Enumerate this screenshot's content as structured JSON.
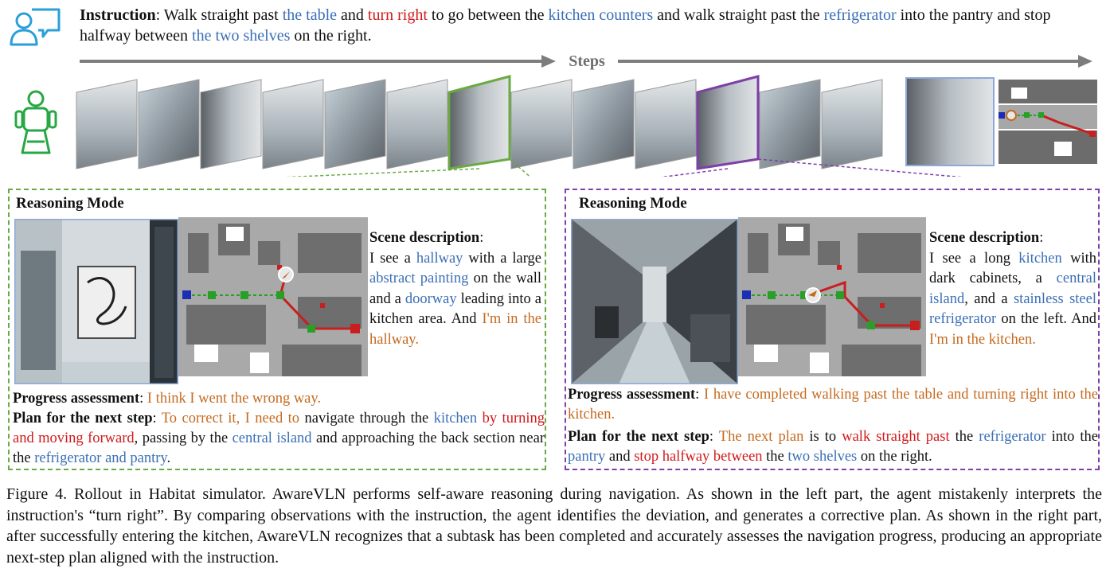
{
  "instruction": {
    "label": "Instruction",
    "t1": ": Walk straight past ",
    "t2": "the table",
    "t3": " and ",
    "t4": "turn right",
    "t5": " to go between the ",
    "t6": "kitchen counters",
    "t7": " and walk straight past the ",
    "t8": "refrigerator",
    "t9": " into the pantry and stop halfway between ",
    "t10": "the two shelves",
    "t11": " on the right."
  },
  "steps_label": "Steps",
  "left": {
    "title": "Reasoning Mode",
    "scene_label": "Scene description",
    "scene_colon": ":",
    "s1": "I see a ",
    "s2": "hallway",
    "s3": " with a large ",
    "s4": "abstract painting",
    "s5": " on the wall and a ",
    "s6": "doorway",
    "s7": " leading into a kitchen area. And ",
    "s8": "I'm in the hallway.",
    "progress_label": "Progress assessment",
    "progress_colon": ": ",
    "progress_text": "I think I went the wrong way.",
    "plan_label": "Plan for the next step",
    "plan_colon": ": ",
    "p1": "To correct it, I need to",
    "p2": " navigate through the ",
    "p3": "kitchen",
    "p4": " by turning and moving forward",
    "p5": ", passing by the ",
    "p6": "central island",
    "p7": " and approaching the back section near the ",
    "p8": "refrigerator and pantry",
    "p9": "."
  },
  "right": {
    "title": "Reasoning Mode",
    "scene_label": "Scene description",
    "scene_colon": ":",
    "s1": "I see a long ",
    "s2": "kitchen",
    "s3": " with dark cabinets, a ",
    "s4": "central island",
    "s5": ", and a ",
    "s6": "stainless steel refrigerator",
    "s7": " on the left. And ",
    "s8": "I'm in the kitchen.",
    "progress_label": "Progress assessment",
    "progress_colon": ": ",
    "progress_text": "I have completed walking past the table and turning right into the kitchen.",
    "plan_label": "Plan for the next step",
    "plan_colon": ": ",
    "p1": "The next plan",
    "p2": " is to ",
    "p3": "walk straight past",
    "p4": " the ",
    "p5": "refrigerator",
    "p6": " into the ",
    "p7": "pantry",
    "p8": " and ",
    "p9": "stop halfway between",
    "p10": " the ",
    "p11": "two shelves",
    "p12": " on the right."
  },
  "caption": "Figure 4. Rollout in Habitat simulator. AwareVLN performs self-aware reasoning during navigation. As shown in the left part, the agent mistakenly interprets the instruction's “turn right”. By comparing observations with the instruction, the agent identifies the deviation, and generates a corrective plan. As shown in the right part, after successfully entering the kitchen, AwareVLN recognizes that a subtask has been completed and accurately assesses the navigation progress, producing an appropriate next-step plan aligned with the instruction.",
  "colors": {
    "entity": "#3b6fb6",
    "action": "#d21a1a",
    "reasoning": "#c56a1f",
    "left_border": "#6aaa43",
    "right_border": "#7e3fa8",
    "icon_blue": "#2a9fd8",
    "icon_green": "#27a844"
  },
  "icons": [
    "user-chat-icon",
    "robot-agent-icon"
  ]
}
